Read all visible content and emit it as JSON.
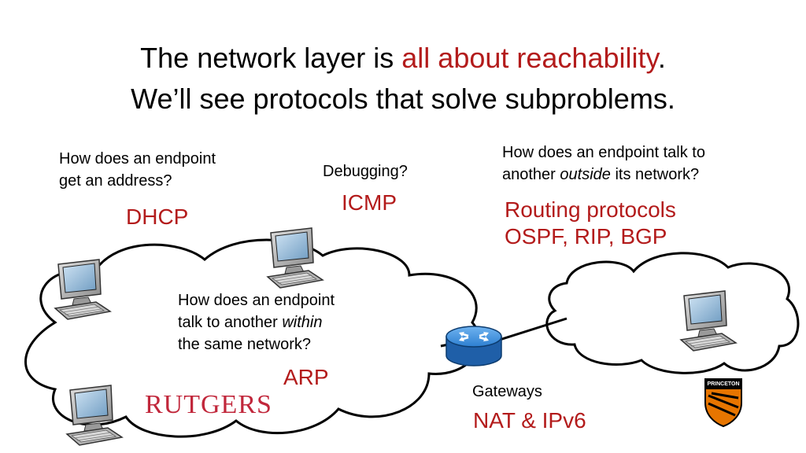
{
  "title": {
    "line1_prefix": "The network layer is ",
    "line1_highlight": "all about reachability",
    "line1_suffix": ".",
    "line2": "We’ll see protocols that solve subproblems."
  },
  "dhcp": {
    "question_line1": "How does an endpoint",
    "question_line2": "get an address?",
    "answer": "DHCP"
  },
  "icmp": {
    "question": "Debugging?",
    "answer": "ICMP"
  },
  "routing": {
    "question_line1": "How does an endpoint talk to",
    "question_line2_prefix": "another ",
    "question_line2_emph": "outside",
    "question_line2_suffix": " its network?",
    "answer_line1": "Routing protocols",
    "answer_line2": "OSPF, RIP, BGP"
  },
  "arp": {
    "question_line1": "How does an endpoint",
    "question_line2_prefix": "talk to another ",
    "question_line2_emph": "within",
    "question_line3": "the same network?",
    "answer": "ARP"
  },
  "gateways": {
    "label": "Gateways",
    "answer": "NAT & IPv6"
  },
  "logos": {
    "rutgers": "RUTGERS",
    "princeton": "PRINCETON"
  },
  "colors": {
    "accent_red": "#b31b1b",
    "router_blue": "#2d7fd1",
    "rutgers_red": "#c1273b",
    "princeton_orange": "#e77500"
  },
  "icons": [
    "computer-icon",
    "router-icon",
    "cloud-network",
    "rutgers-logo",
    "princeton-shield-logo"
  ]
}
